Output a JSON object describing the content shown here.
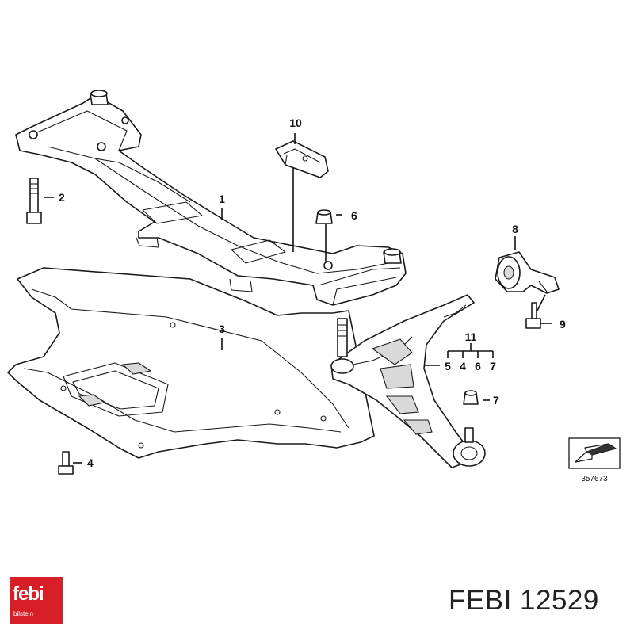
{
  "diagram": {
    "callouts": {
      "c1": "1",
      "c2": "2",
      "c3": "3",
      "c4": "4",
      "c5": "5",
      "c6": "6",
      "c7": "7",
      "c8": "8",
      "c9": "9",
      "c10": "10",
      "c11": "11",
      "group_4": "4",
      "group_6": "6",
      "group_7": "7"
    },
    "reference_number": "357673"
  },
  "brand": {
    "logo_text": "febi",
    "logo_subtext": "bilstein",
    "part_label": "FEBI 12529",
    "accent_color": "#d61f26"
  }
}
